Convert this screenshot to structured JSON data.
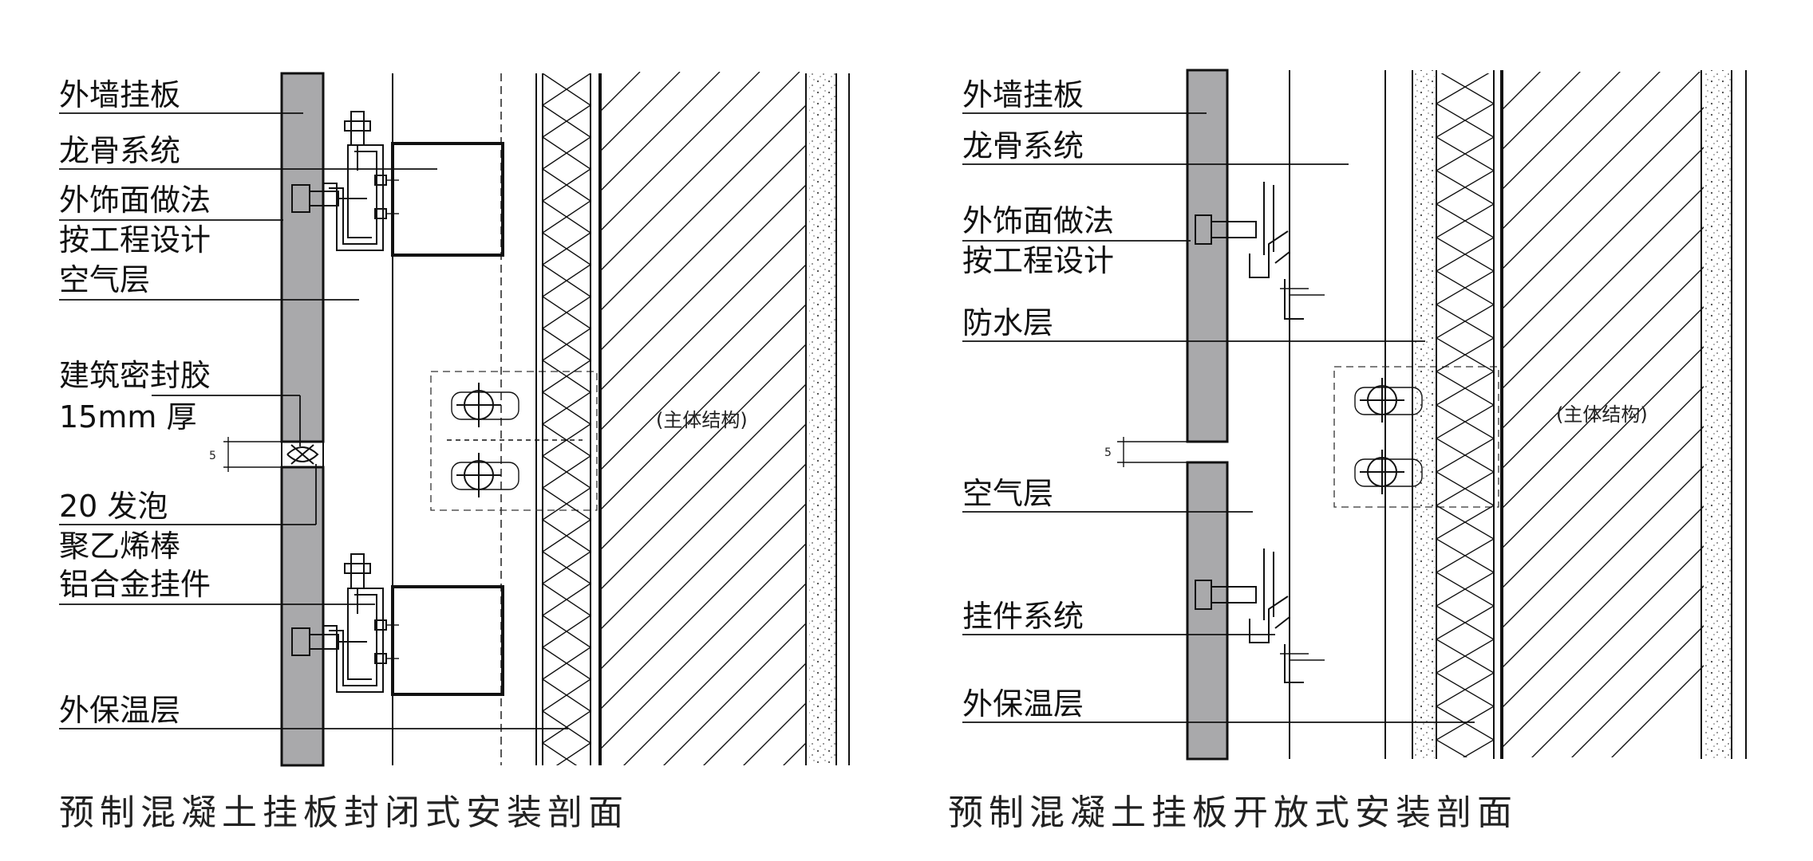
{
  "left_section": {
    "labels": {
      "exterior_panel": "外墙挂板",
      "keel_system": "龙骨系统",
      "finish_line1": "外饰面做法",
      "finish_line2": "按工程设计",
      "air_layer": "空气层",
      "sealant_line1": "建筑密封胶",
      "sealant_line2": "15mm 厚",
      "foam_line1": "20 发泡",
      "foam_line2": "聚乙烯棒",
      "hanger": "铝合金挂件",
      "insulation": "外保温层"
    },
    "structure_label": "(主体结构)",
    "dimension_value": "5",
    "caption": "预制混凝土挂板封闭式安装剖面"
  },
  "right_section": {
    "labels": {
      "exterior_panel": "外墙挂板",
      "keel_system": "龙骨系统",
      "finish_line1": "外饰面做法",
      "finish_line2": "按工程设计",
      "waterproof": "防水层",
      "air_layer": "空气层",
      "hanger_system": "挂件系统",
      "insulation": "外保温层"
    },
    "structure_label": "(主体结构)",
    "dimension_value": "5",
    "caption": "预制混凝土挂板开放式安装剖面"
  },
  "colors": {
    "panel_fill": "#a9a9ab",
    "line": "#111111"
  }
}
